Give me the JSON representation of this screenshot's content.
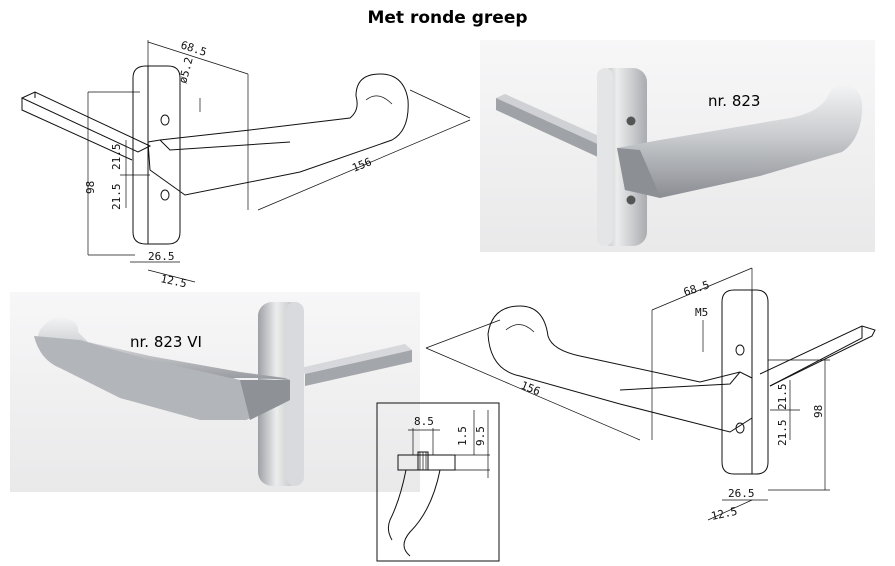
{
  "title": "Met ronde greep",
  "photos": {
    "top_right_label": "nr. 823",
    "middle_left_label": "nr. 823 VI"
  },
  "drawing_top": {
    "width": "68.5",
    "hole_diameter": "ø5.2",
    "length": "156",
    "height": "98",
    "spacing_upper": "21.5",
    "spacing_lower": "21.5",
    "depth": "26.5",
    "plate_thickness": "12.5"
  },
  "drawing_bottom": {
    "width": "68.5",
    "screw": "M5",
    "length": "156",
    "height": "98",
    "spacing_upper": "21.5",
    "spacing_lower": "21.5",
    "depth": "26.5",
    "plate_thickness": "12.5"
  },
  "detail": {
    "width": "8.5",
    "offset": "1.5",
    "height": "9.5"
  },
  "colors": {
    "metal_light": "#e9eaec",
    "metal_mid": "#b8bbbf",
    "metal_dark": "#7f8388",
    "photo_bg": "#f4f4f5"
  }
}
